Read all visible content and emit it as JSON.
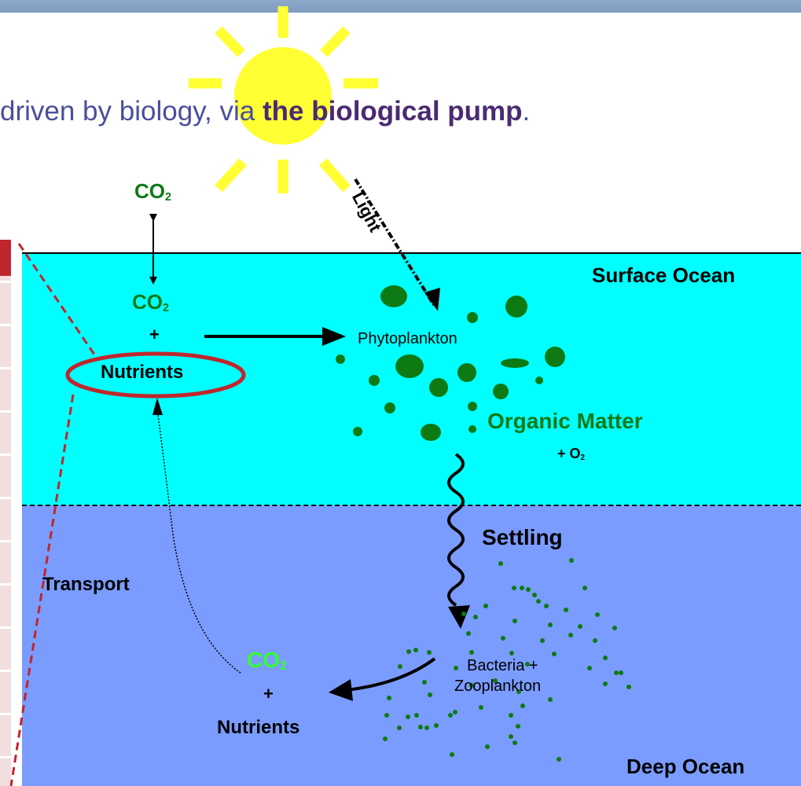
{
  "caption": {
    "prefix": "driven by biology, via ",
    "emphasis": "the biological pump",
    "suffix": "."
  },
  "labels": {
    "co2_atmos": "CO",
    "co2_atmos_sub": "2",
    "co2_surface": "CO",
    "co2_surface_sub": "2",
    "plus_surface": "+",
    "nutrients_surface": "Nutrients",
    "light": "Light",
    "surface_ocean": "Surface Ocean",
    "phytoplankton": "Phytoplankton",
    "organic_matter": "Organic Matter",
    "plus_o2": "+ O",
    "o2_sub": "2",
    "settling": "Settling",
    "transport": "Transport",
    "co2_deep": "CO",
    "co2_deep_sub": "2",
    "plus_deep": "+",
    "nutrients_deep": "Nutrients",
    "bacteria": "Bacteria +",
    "zooplankton": "Zooplankton",
    "deep_ocean": "Deep Ocean"
  },
  "colors": {
    "surface_water": "#00ffff",
    "deep_water": "#7b9cff",
    "sun": "#ffff33",
    "plankton": "#0d7a14",
    "highlight": "#c0262d"
  }
}
